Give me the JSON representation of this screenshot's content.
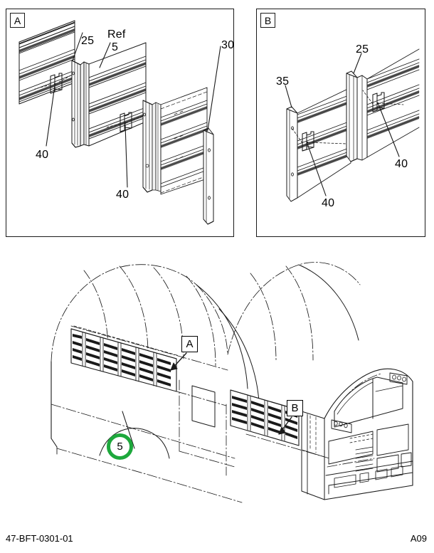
{
  "document": {
    "type": "parts-illustration",
    "footer_left": "47-BFT-0301-01",
    "footer_right": "A09"
  },
  "panels": [
    {
      "tag": "A",
      "callouts": [
        {
          "id": "a-25",
          "text": "25"
        },
        {
          "id": "a-ref",
          "text": "Ref"
        },
        {
          "id": "a-5",
          "text": "5"
        },
        {
          "id": "a-30",
          "text": "30"
        },
        {
          "id": "a-40a",
          "text": "40"
        },
        {
          "id": "a-40b",
          "text": "40"
        }
      ]
    },
    {
      "tag": "B",
      "callouts": [
        {
          "id": "b-25",
          "text": "25"
        },
        {
          "id": "b-35",
          "text": "35"
        },
        {
          "id": "b-40a",
          "text": "40"
        },
        {
          "id": "b-40b",
          "text": "40"
        }
      ]
    }
  ],
  "hero": {
    "detail_markers": [
      {
        "id": "marker-a",
        "text": "A"
      },
      {
        "id": "marker-b",
        "text": "B"
      }
    ],
    "item_callouts": [
      {
        "id": "hero-5",
        "text": "5",
        "color": "#1da83c",
        "highlight": true
      }
    ]
  },
  "colors": {
    "line": "#1a1a1a",
    "highlight_green": "#1da83c",
    "background": "#ffffff"
  }
}
